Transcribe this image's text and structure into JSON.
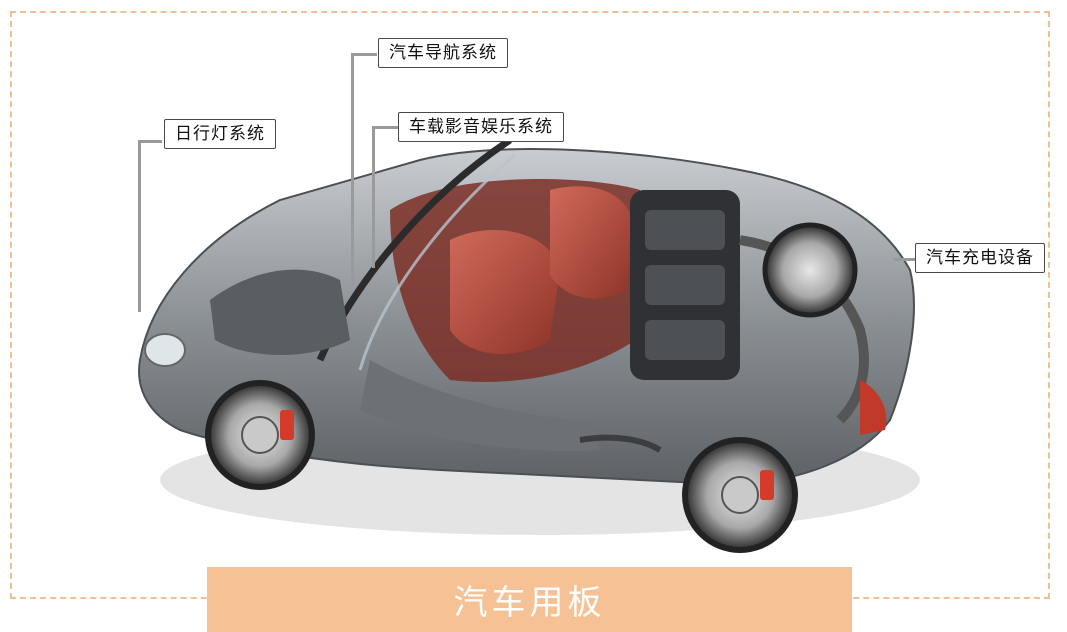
{
  "callouts": {
    "daytime_lights": "日行灯系统",
    "navigation": "汽车导航系统",
    "infotainment": "车载影音娱乐系统",
    "charging": "汽车充电设备"
  },
  "banner": {
    "title": "汽车用板"
  },
  "colors": {
    "frame_dash": "#f0bf92",
    "banner_bg": "#f6c194",
    "banner_text": "#ffffff",
    "interior_red": "#b24a3c",
    "body_silver": "#8c9196"
  },
  "illustration": {
    "subject": "cutaway convertible sports car"
  }
}
